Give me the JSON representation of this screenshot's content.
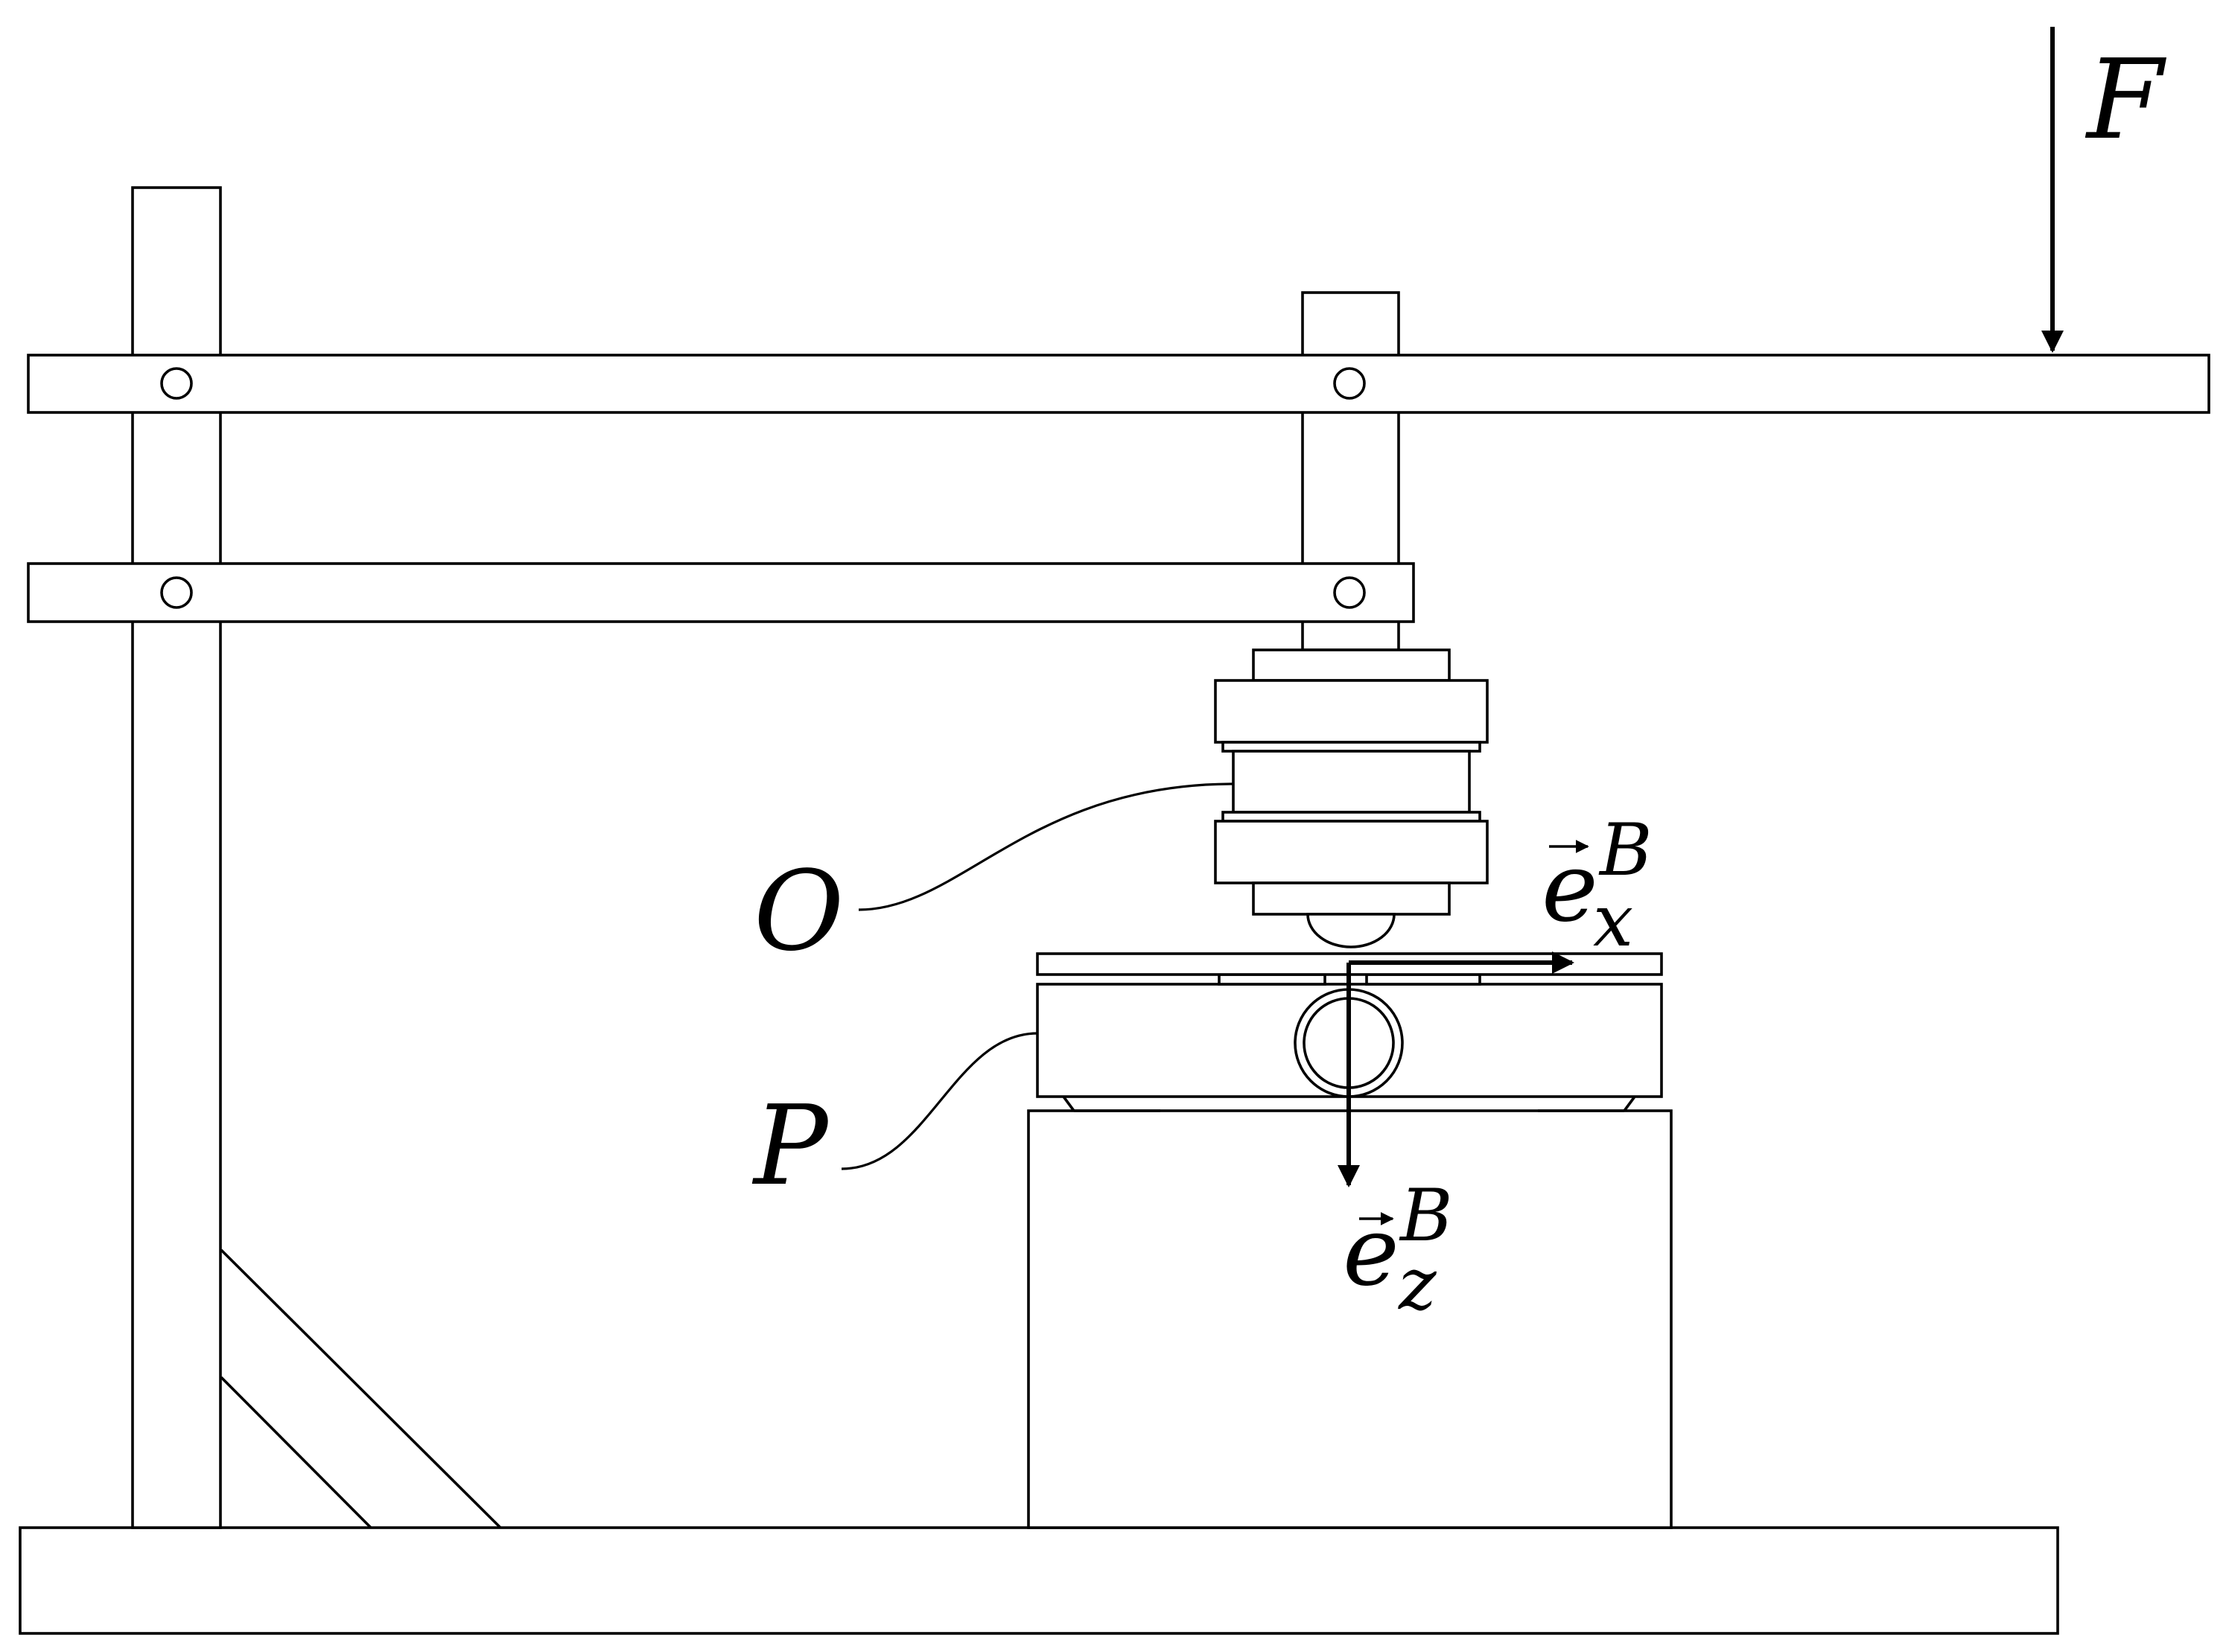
{
  "labels": {
    "force": "F",
    "point_o": "O",
    "point_p": "P",
    "ex_base": "e",
    "ex_sup": "B",
    "ex_sub": "x",
    "ez_base": "e",
    "ez_sup": "B",
    "ez_sub": "z"
  },
  "colors": {
    "stroke": "#000000",
    "background": "#ffffff"
  }
}
